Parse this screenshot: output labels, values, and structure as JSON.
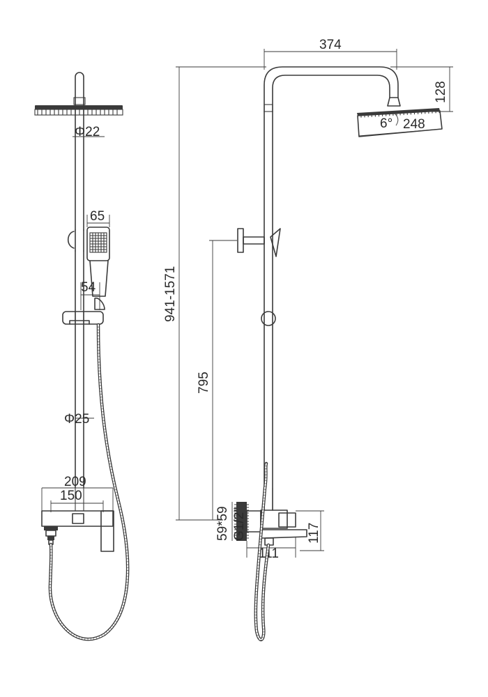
{
  "front_view": {
    "dims": {
      "pipe_top_dia": "Φ22",
      "handset_width": "65",
      "holder_width": "54",
      "pipe_bottom_dia": "Φ25",
      "mixer_total_width": "209",
      "mixer_center_distance": "150"
    }
  },
  "side_view": {
    "dims": {
      "arm_reach": "374",
      "head_drop": "128",
      "head_tilt": "6°",
      "head_size": "248",
      "adjustable_height": "941-1571",
      "outlet_height": "795",
      "flange_size": "59*59",
      "thread_size": "G1/2\"",
      "mixer_height": "117",
      "spout_length": "111"
    }
  }
}
